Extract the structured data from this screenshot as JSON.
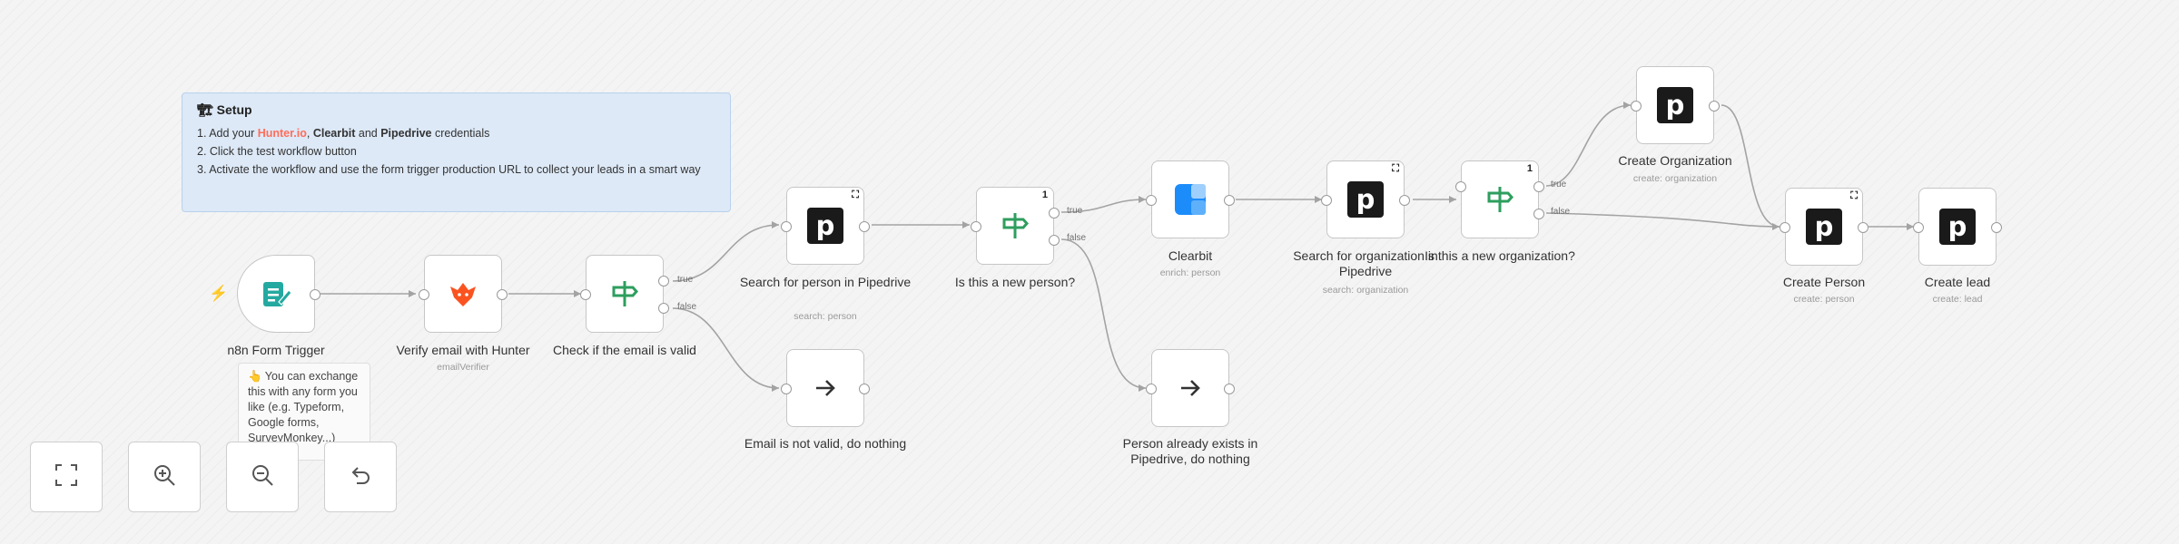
{
  "setup": {
    "title": "Setup",
    "step1_prefix": "1. Add your ",
    "step1_hunter": "Hunter.io",
    "step1_sep": ", ",
    "step1_clearbit": "Clearbit",
    "step1_and": " and ",
    "step1_pipedrive": "Pipedrive",
    "step1_suffix": " credentials",
    "step2": "2. Click the test workflow button",
    "step3": "3. Activate the workflow and use the form trigger production URL to collect your leads in a smart way"
  },
  "sticky_note": {
    "text": "👆 You can exchange this with any form you like (e.g. Typeform, Google forms, SurveyMonkey...)"
  },
  "nodes": [
    {
      "id": "form-trigger",
      "label": "n8n Form Trigger",
      "subtitle": "",
      "icon": "form-icon"
    },
    {
      "id": "hunter",
      "label": "Verify email with Hunter",
      "subtitle": "emailVerifier",
      "icon": "hunter-fox-icon"
    },
    {
      "id": "check-email",
      "label": "Check if the email is valid",
      "subtitle": "",
      "icon": "signpost-icon"
    },
    {
      "id": "search-person",
      "label": "Search for person in Pipedrive",
      "subtitle": "search: person",
      "icon": "pipedrive-icon"
    },
    {
      "id": "email-invalid",
      "label": "Email is not valid, do nothing",
      "subtitle": "",
      "icon": "arrow-right-icon"
    },
    {
      "id": "new-person",
      "label": "Is this a new person?",
      "subtitle": "",
      "icon": "signpost-icon"
    },
    {
      "id": "person-exists",
      "label": "Person already exists in Pipedrive, do nothing",
      "subtitle": "",
      "icon": "arrow-right-icon"
    },
    {
      "id": "clearbit",
      "label": "Clearbit",
      "subtitle": "enrich: person",
      "icon": "clearbit-icon"
    },
    {
      "id": "search-org",
      "label": "Search for organization in Pipedrive",
      "subtitle": "search: organization",
      "icon": "pipedrive-icon"
    },
    {
      "id": "new-org",
      "label": "Is this a new organization?",
      "subtitle": "",
      "icon": "signpost-icon"
    },
    {
      "id": "create-org",
      "label": "Create Organization",
      "subtitle": "create: organization",
      "icon": "pipedrive-icon"
    },
    {
      "id": "create-person",
      "label": "Create Person",
      "subtitle": "create: person",
      "icon": "pipedrive-icon"
    },
    {
      "id": "create-lead",
      "label": "Create lead",
      "subtitle": "create: lead",
      "icon": "pipedrive-icon"
    }
  ],
  "branch_labels": {
    "true": "true",
    "false": "false"
  },
  "badges": {
    "one": "1"
  },
  "controls": [
    {
      "name": "fit-view",
      "icon": "fit-view-icon"
    },
    {
      "name": "zoom-in",
      "icon": "zoom-in-icon"
    },
    {
      "name": "zoom-out",
      "icon": "zoom-out-icon"
    },
    {
      "name": "reset",
      "icon": "undo-icon"
    }
  ],
  "colors": {
    "canvas_bg": "#f4f4f4",
    "hunter_link": "#ff6d5a",
    "teal": "#24a9a0",
    "green": "#2e9e5e",
    "hunter_orange": "#fa5320",
    "clearbit_blue": "#1c8cfa",
    "trigger_bolt": "#ff6d5a",
    "edge": "#9a9a9a"
  }
}
